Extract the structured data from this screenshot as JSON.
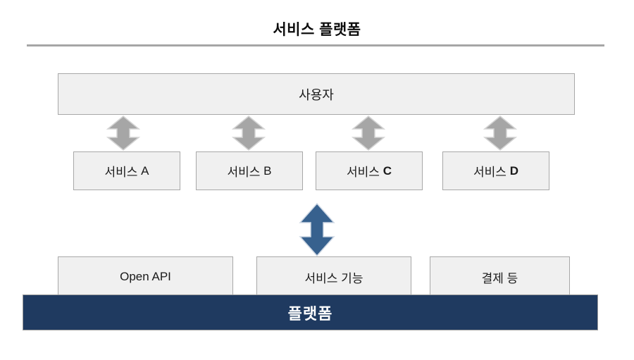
{
  "diagram": {
    "title": "서비스 플랫폼",
    "user_layer": {
      "label": "사용자"
    },
    "services": [
      {
        "name_ko": "서비스",
        "code": "A",
        "bold_code": false,
        "icon": "service-box-a"
      },
      {
        "name_ko": "서비스",
        "code": "B",
        "bold_code": false,
        "icon": "service-box-b"
      },
      {
        "name_ko": "서비스",
        "code": "C",
        "bold_code": true,
        "icon": "service-box-c"
      },
      {
        "name_ko": "서비스",
        "code": "D",
        "bold_code": true,
        "icon": "service-box-d"
      }
    ],
    "capabilities": [
      {
        "label": "Open API"
      },
      {
        "label": "서비스 기능"
      },
      {
        "label": "결제 등"
      }
    ],
    "platform": {
      "label": "플랫폼"
    },
    "connectors": {
      "user_to_service": {
        "icon": "double-headed-arrow-vertical",
        "count": 4,
        "color": "#a6a6a6"
      },
      "service_to_platform": {
        "icon": "double-headed-arrow-vertical",
        "count": 1,
        "color": "#37618e"
      }
    },
    "colors": {
      "title_text": "#0d0d0d",
      "rule": "#a6a6a6",
      "box_fill": "#f0f0f0",
      "box_border": "#a8a8a8",
      "platform_fill": "#1f3a60",
      "platform_text": "#ffffff",
      "gray_arrow": "#a6a6a6",
      "blue_arrow": "#37618e"
    }
  }
}
